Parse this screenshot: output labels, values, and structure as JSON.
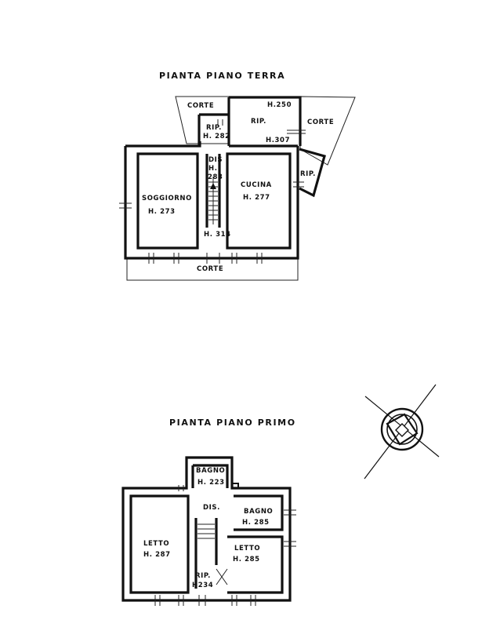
{
  "ground_floor": {
    "title": "PIANTA  PIANO  TERRA",
    "rooms": {
      "corte_nw": "CORTE",
      "corte_ne": "CORTE",
      "corte_s": "CORTE",
      "rip_north": "RIP.",
      "rip_north_h": "H.250",
      "rip_north_h2": "H.307",
      "rip_small": "RIP.",
      "rip_small_h": "H. 282",
      "dis": "DIS",
      "dis_h": "H.",
      "dis_h2": "283",
      "soggiorno": "SOGGIORNO",
      "soggiorno_h": "H. 273",
      "cucina": "CUCINA",
      "cucina_h": "H. 277",
      "rip_east": "RIP.",
      "stair_h": "H. 314"
    }
  },
  "first_floor": {
    "title": "PIANTA  PIANO  PRIMO",
    "rooms": {
      "bagno_n": "BAGNO",
      "bagno_n_h": "H. 223",
      "dis": "DIS.",
      "bagno_e": "BAGNO",
      "bagno_e_h": "H. 285",
      "letto_w": "LETTO",
      "letto_w_h": "H. 287",
      "letto_e": "LETTO",
      "letto_e_h": "H. 285",
      "rip": "RIP.",
      "rip_h": "H234"
    }
  },
  "compass": {
    "icon": "north-arrow-icon"
  }
}
